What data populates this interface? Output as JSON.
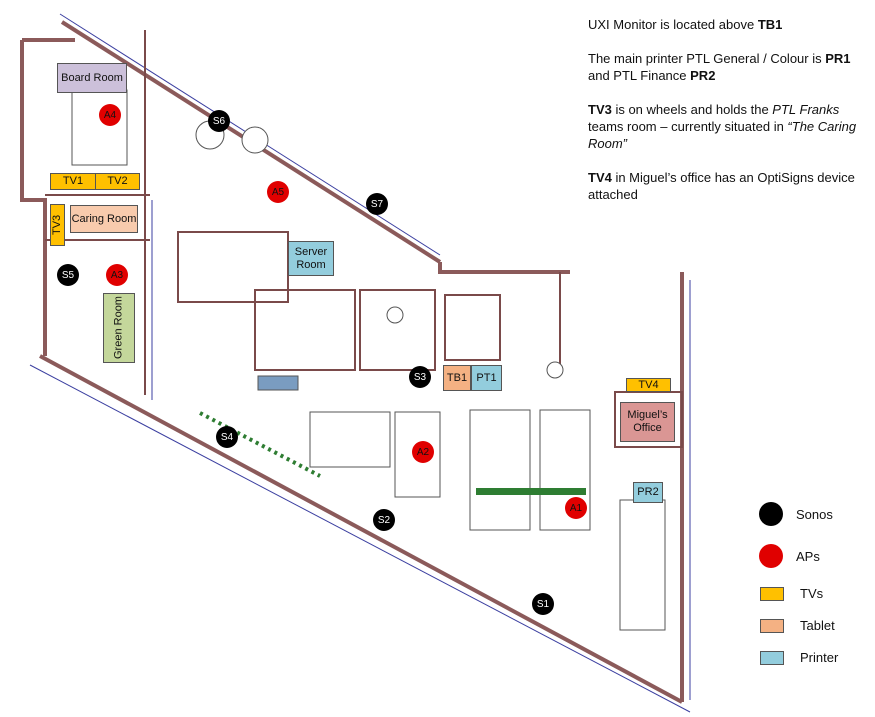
{
  "notes": {
    "uxi": {
      "pre": "UXI Monitor is located above ",
      "bold": "TB1"
    },
    "printer": {
      "pre": "The main printer PTL General / Colour is ",
      "bold1": "PR1",
      "mid": " and PTL Finance ",
      "bold2": "PR2"
    },
    "tv3": {
      "bold": "TV3",
      "mid": " is on wheels and holds the ",
      "ital": "PTL Franks",
      "mid2": " teams room – currently situated in ",
      "ital2": "“The Caring Room”"
    },
    "tv4": {
      "bold": "TV4",
      "rest": " in Miguel’s office has an OptiSigns device attached"
    }
  },
  "rooms": {
    "board_room": "Board Room",
    "caring_room": "Caring Room",
    "server_room": "Server Room",
    "green_room": "Green Room",
    "miguels_office": "Miguel’s Office"
  },
  "devices": {
    "tv1": "TV1",
    "tv2": "TV2",
    "tv3": "TV3",
    "tv4": "TV4",
    "tb1": "TB1",
    "pt1": "PT1",
    "pr2": "PR2"
  },
  "sonos": [
    "S1",
    "S2",
    "S3",
    "S4",
    "S5",
    "S6",
    "S7"
  ],
  "aps": [
    "A1",
    "A2",
    "A3",
    "A4",
    "A5"
  ],
  "legend": {
    "sonos": "Sonos",
    "aps": "APs",
    "tvs": "TVs",
    "tablet": "Tablet",
    "printer": "Printer"
  },
  "colors": {
    "tv": "#ffc000",
    "tablet": "#f4b183",
    "printer": "#93cddd",
    "board_room": "#ccc0da",
    "caring_room": "#f8cbad",
    "green_room": "#c4d79b",
    "miguels_office": "#da9694",
    "sonos": "#000000",
    "ap": "#e00000"
  }
}
